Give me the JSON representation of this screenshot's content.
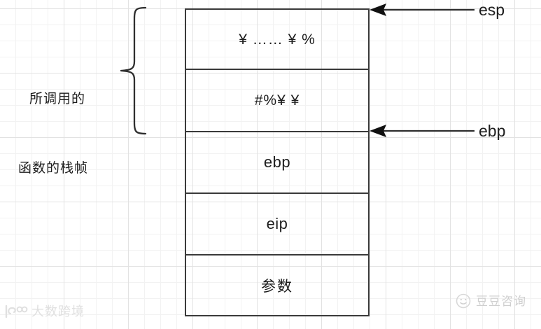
{
  "diagram": {
    "title": "stack-frame-diagram",
    "colors": {
      "border": "#3a3a3a",
      "text": "#1d1d1d",
      "grid_major": "#e2e2e2",
      "grid_minor": "#f2f2f2",
      "background": "#ffffff",
      "watermark_left": "#e0e0e0",
      "watermark_right": "#cfcfcf"
    },
    "caption": {
      "line1": "所调用的",
      "line2": "函数的栈帧"
    },
    "brace": {
      "icon": "left-curly-brace-icon"
    },
    "stack_cells": [
      {
        "id": "cell-garbled-top",
        "label": "¥ …… ¥ %"
      },
      {
        "id": "cell-garbled-second",
        "label": "#%¥ ¥"
      },
      {
        "id": "cell-ebp",
        "label": "ebp"
      },
      {
        "id": "cell-eip",
        "label": "eip"
      },
      {
        "id": "cell-args",
        "label": "参数"
      }
    ],
    "pointers": [
      {
        "id": "pointer-esp",
        "label": "esp",
        "icon": "left-arrow-icon"
      },
      {
        "id": "pointer-ebp",
        "label": "ebp",
        "icon": "left-arrow-icon"
      }
    ]
  },
  "watermarks": {
    "left": {
      "text": "大数跨境",
      "icon": "brand-logo-icon"
    },
    "right": {
      "text": "豆豆咨询",
      "icon": "wechat-avatar-icon"
    }
  }
}
